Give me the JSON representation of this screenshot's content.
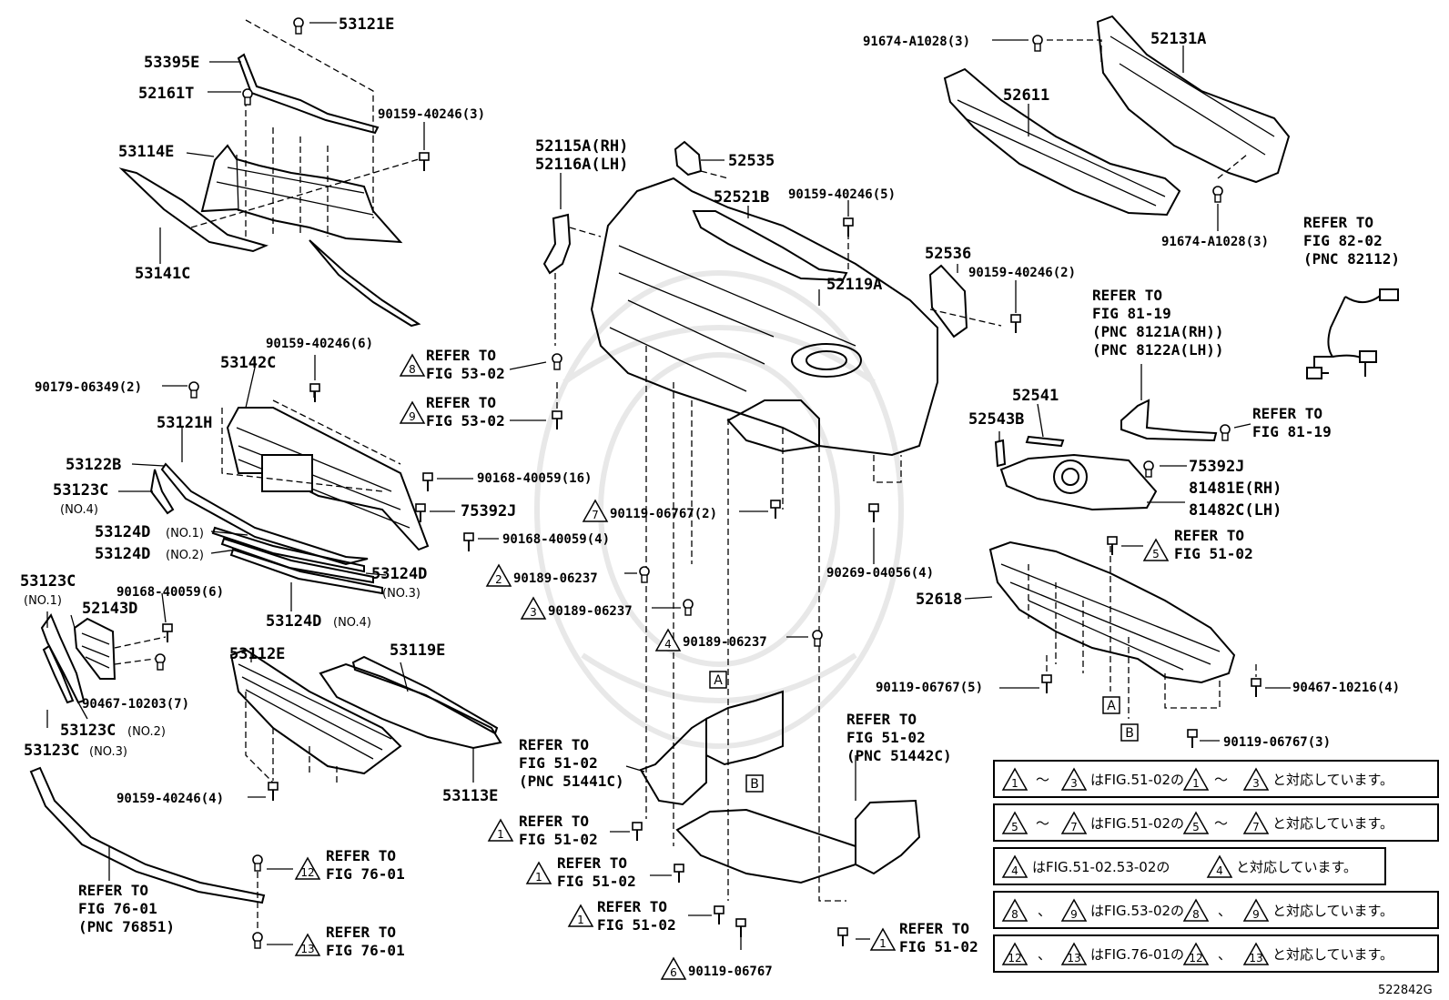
{
  "diagram_id": "522842G",
  "parts": {
    "p53121E": "53121E",
    "p53395E": "53395E",
    "p52161T": "52161T",
    "p90159_3": "90159-40246(3)",
    "p53114E": "53114E",
    "p53141C": "53141C",
    "p52115A": "52115A(RH)",
    "p52116A": "52116A(LH)",
    "p52535": "52535",
    "p52521B": "52521B",
    "p90159_5": "90159-40246(5)",
    "p52536": "52536",
    "p90159_2": "90159-40246(2)",
    "p52119A": "52119A",
    "p91674_top": "91674-A1028(3)",
    "p52131A": "52131A",
    "p52611": "52611",
    "p91674_bot": "91674-A1028(3)",
    "p90159_6": "90159-40246(6)",
    "p53142C": "53142C",
    "p90179": "90179-06349(2)",
    "p53121H": "53121H",
    "p53122B": "53122B",
    "p53123C_no4": "53123C",
    "no4": "(NO.4)",
    "p53124D_1": "53124D",
    "no1": "(NO.1)",
    "p53124D_2": "53124D",
    "no2": "(NO.2)",
    "p90168_16": "90168-40059(16)",
    "p75392J_a": "75392J",
    "p90168_4": "90168-40059(4)",
    "p53124D_3": "53124D",
    "no3": "(NO.3)",
    "p53124D_4": "53124D",
    "no4b": "(NO.4)",
    "p53123C_no1": "53123C",
    "no1b": "(NO.1)",
    "p52143D": "52143D",
    "p90168_6": "90168-40059(6)",
    "p90467_7": "90467-10203(7)",
    "p53123C_no2": "53123C",
    "no2b": "(NO.2)",
    "p53123C_no3": "53123C",
    "no3b": "(NO.3)",
    "p53112E": "53112E",
    "p53119E": "53119E",
    "p53113E": "53113E",
    "p90159_4": "90159-40246(4)",
    "p90119_2": "90119-06767(2)",
    "p90189_a": "90189-06237",
    "p90189_b": "90189-06237",
    "p90189_c": "90189-06237",
    "p90269": "90269-04056(4)",
    "p52541": "52541",
    "p52543B": "52543B",
    "p75392J_b": "75392J",
    "p81481E": "81481E(RH)",
    "p81482C": "81482C(LH)",
    "p52618": "52618",
    "p90119_5": "90119-06767(5)",
    "p90467_4": "90467-10216(4)",
    "p90119_3": "90119-06767(3)",
    "p90119_6": "90119-06767"
  },
  "refs": {
    "refer_to": "REFER TO",
    "fig_53_02": "FIG 53-02",
    "fig_51_02": "FIG 51-02",
    "fig_76_01": "FIG 76-01",
    "fig_82_02": "FIG 82-02",
    "pnc_82112": "(PNC 82112)",
    "fig_81_19": "FIG 81-19",
    "fig_81_19b": "FIG 81-19",
    "pnc_8121a": "(PNC 8121A(RH))",
    "pnc_8122a": "(PNC 8122A(LH))",
    "pnc_51441c": "(PNC 51441C)",
    "pnc_51442c": "(PNC 51442C)",
    "pnc_76851": "(PNC 76851)"
  },
  "triangles": {
    "t1": "1",
    "t2": "2",
    "t3": "3",
    "t4": "4",
    "t5": "5",
    "t6": "6",
    "t7": "7",
    "t8": "8",
    "t9": "9",
    "t12": "12",
    "t13": "13"
  },
  "box_labels": {
    "a": "A",
    "b": "B"
  },
  "notes": [
    {
      "mid": "～",
      "text": "はFIG.51-02の",
      "end": "と対応しています。"
    },
    {
      "mid": "～",
      "text": "はFIG.51-02の",
      "end": "と対応しています。"
    },
    {
      "mid": "",
      "text": "はFIG.51-02.53-02の",
      "end": "と対応しています。"
    },
    {
      "mid": "、",
      "text": "はFIG.53-02の",
      "end": "と対応しています。"
    },
    {
      "mid": "、",
      "text": "はFIG.76-01の",
      "end": "と対応しています。"
    }
  ]
}
